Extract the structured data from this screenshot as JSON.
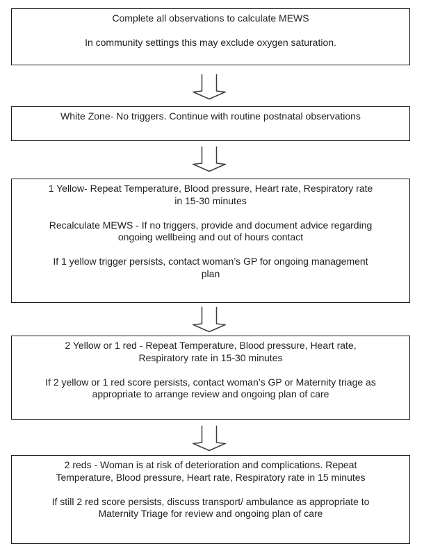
{
  "page": {
    "background_color": "#ffffff",
    "text_color": "#1f1f1f",
    "box_border_color": "#1a1a1a",
    "arrow_outline_color": "#3c3c3c",
    "arrow_fill_color": "#ffffff"
  },
  "flowchart": {
    "connector_icon": "down-arrow",
    "steps": [
      {
        "name": "complete-observations",
        "paragraphs": [
          [
            "Complete all observations to calculate MEWS"
          ],
          [
            "In community settings this may exclude oxygen saturation."
          ]
        ]
      },
      {
        "name": "white-zone",
        "paragraphs": [
          [
            "White Zone- No triggers. Continue with routine postnatal observations"
          ]
        ]
      },
      {
        "name": "one-yellow",
        "paragraphs": [
          [
            "1 Yellow- Repeat Temperature, Blood pressure, Heart rate, Respiratory rate",
            "in 15-30 minutes"
          ],
          [
            "Recalculate MEWS - If no triggers, provide and document advice regarding",
            "ongoing wellbeing and out of hours contact"
          ],
          [
            "If 1 yellow trigger persists, contact woman’s GP for ongoing management",
            "plan"
          ]
        ]
      },
      {
        "name": "two-yellow-or-one-red",
        "paragraphs": [
          [
            "2 Yellow or 1 red - Repeat Temperature, Blood pressure, Heart rate,",
            "Respiratory rate in 15-30 minutes"
          ],
          [
            "If 2 yellow or 1 red score persists, contact woman’s GP or Maternity triage as",
            "appropriate to arrange review and ongoing plan of care"
          ]
        ]
      },
      {
        "name": "two-reds",
        "paragraphs": [
          [
            "2 reds - Woman is at risk of deterioration and complications. Repeat",
            "Temperature, Blood pressure, Heart rate, Respiratory rate in 15 minutes"
          ],
          [
            "If still 2 red score persists, discuss transport/ ambulance as appropriate to",
            "Maternity Triage for review and ongoing plan of care"
          ]
        ]
      }
    ]
  }
}
